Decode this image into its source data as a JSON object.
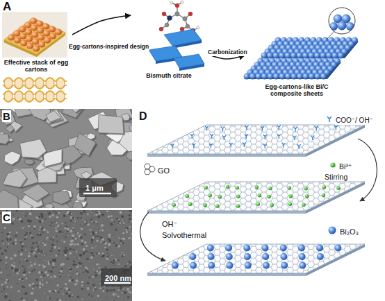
{
  "diagram": {
    "nodes": [
      {
        "text": [
          "Effective stack of egg cartons"
        ]
      },
      {
        "text": [
          "Bismuth citrate"
        ]
      },
      {
        "text": [
          "Egg-cartons-like Bi/C composite sheets"
        ]
      }
    ],
    "edges": [
      {
        "from": 0,
        "to": 1,
        "arrow": "to",
        "label": "Egg-cartons-inspired design"
      },
      {
        "from": 1,
        "to": 2,
        "arrow": "to",
        "label": "Carbonization"
      }
    ],
    "labels": [
      "A",
      "B",
      "C",
      "D",
      "1 μm",
      "200 nm",
      "COO⁻/ OH⁻",
      "GO",
      "Bi³⁺",
      "Stirring",
      "OH⁻",
      "Solvothermal",
      "Bi₂O₃"
    ]
  }
}
